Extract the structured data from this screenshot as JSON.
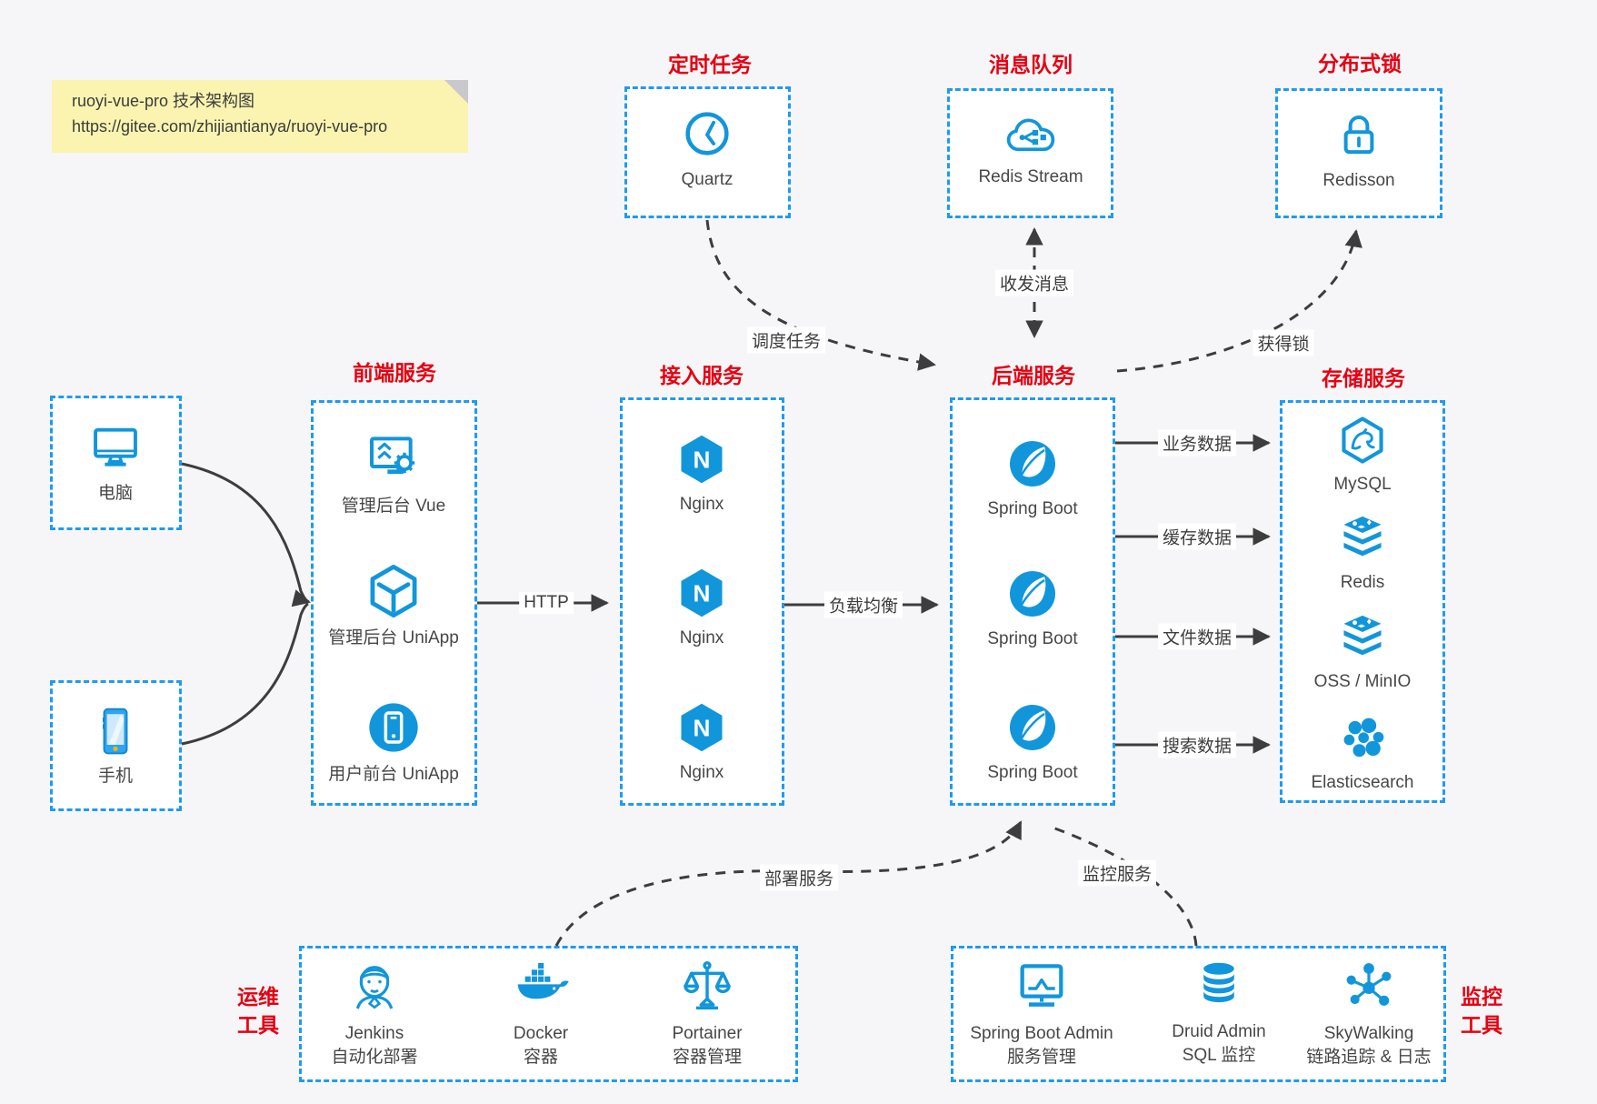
{
  "note": {
    "line1": "ruoyi-vue-pro 技术架构图",
    "line2": "https://gitee.com/zhijiantianya/ruoyi-vue-pro"
  },
  "groups": {
    "scheduler": {
      "title": "定时任务",
      "item": "Quartz"
    },
    "mq": {
      "title": "消息队列",
      "item": "Redis Stream"
    },
    "lock": {
      "title": "分布式锁",
      "item": "Redisson"
    },
    "clients": {
      "pc": "电脑",
      "phone": "手机"
    },
    "frontend": {
      "title": "前端服务",
      "items": [
        "管理后台 Vue",
        "管理后台 UniApp",
        "用户前台 UniApp"
      ]
    },
    "gateway": {
      "title": "接入服务",
      "items": [
        "Nginx",
        "Nginx",
        "Nginx"
      ]
    },
    "backend": {
      "title": "后端服务",
      "items": [
        "Spring Boot",
        "Spring Boot",
        "Spring Boot"
      ]
    },
    "storage": {
      "title": "存储服务",
      "items": [
        "MySQL",
        "Redis",
        "OSS / MinIO",
        "Elasticsearch"
      ]
    },
    "ops": {
      "title_line1": "运维",
      "title_line2": "工具",
      "items": [
        {
          "name": "Jenkins",
          "desc": "自动化部署"
        },
        {
          "name": "Docker",
          "desc": "容器"
        },
        {
          "name": "Portainer",
          "desc": "容器管理"
        }
      ]
    },
    "monitor": {
      "title_line1": "监控",
      "title_line2": "工具",
      "items": [
        {
          "name": "Spring Boot Admin",
          "desc": "服务管理"
        },
        {
          "name": "Druid Admin",
          "desc": "SQL 监控"
        },
        {
          "name": "SkyWalking",
          "desc": "链路追踪 & 日志"
        }
      ]
    }
  },
  "edges": {
    "http": "HTTP",
    "lb": "负载均衡",
    "biz": "业务数据",
    "cache": "缓存数据",
    "file": "文件数据",
    "search": "搜索数据",
    "schedule": "调度任务",
    "message": "收发消息",
    "getlock": "获得锁",
    "deploy": "部署服务",
    "watch": "监控服务"
  },
  "icons": {
    "nginx_letter": "N"
  },
  "colors": {
    "accent_blue": "#1296db",
    "border_blue": "#1e9bf0",
    "title_red": "#e60012",
    "arrow_gray": "#3d3d3d",
    "note_yellow": "#faf4b0",
    "page_bg": "#f6f6f8",
    "box_bg": "#ffffff"
  }
}
